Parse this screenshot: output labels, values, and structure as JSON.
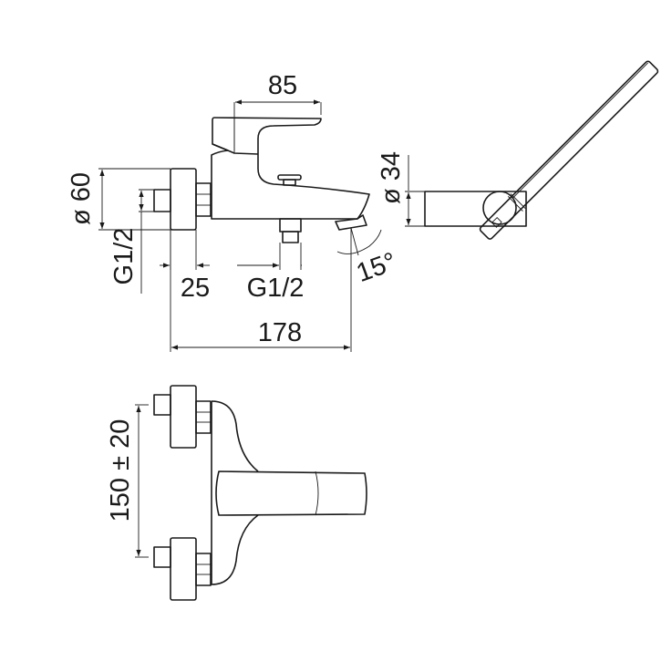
{
  "dimensions": {
    "handle_length": "85",
    "wall_flange_diameter": "ø 60",
    "inlet_thread": "G1/2",
    "flange_depth": "25",
    "outlet_thread": "G1/2",
    "overall_depth": "178",
    "spout_angle": "15°",
    "holder_diameter": "ø 34",
    "inlet_spacing": "150 ± 20"
  }
}
